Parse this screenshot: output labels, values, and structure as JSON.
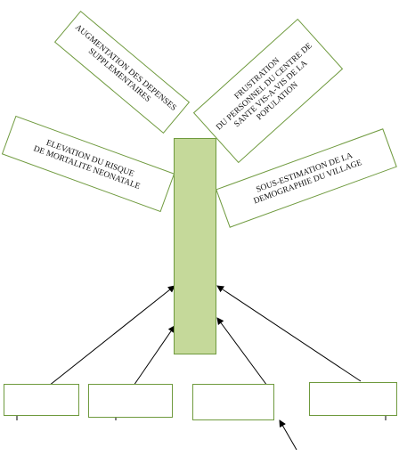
{
  "consequences": {
    "top_left": "AUGMENTATION DES DEPENSES\nSUPPLEMENTAIRES",
    "top_right": "FRUSTRATION\nDU PERSONNEL DU CENTRE DE\nSANTE VIS-A-VIS DE LA\nPOPULATION",
    "mid_left": "ELEVATION DU RISQUE\nDE MORTALITE NEONATALE",
    "mid_right": "SOUS-ESTIMATION DE LA\nDEMOGRAPHIE DU VILLAGE"
  },
  "causes": [
    "",
    "",
    "",
    ""
  ],
  "colors": {
    "border": "#6f9a3e",
    "central_fill": "#c5d99a",
    "arrow": "#000000"
  }
}
